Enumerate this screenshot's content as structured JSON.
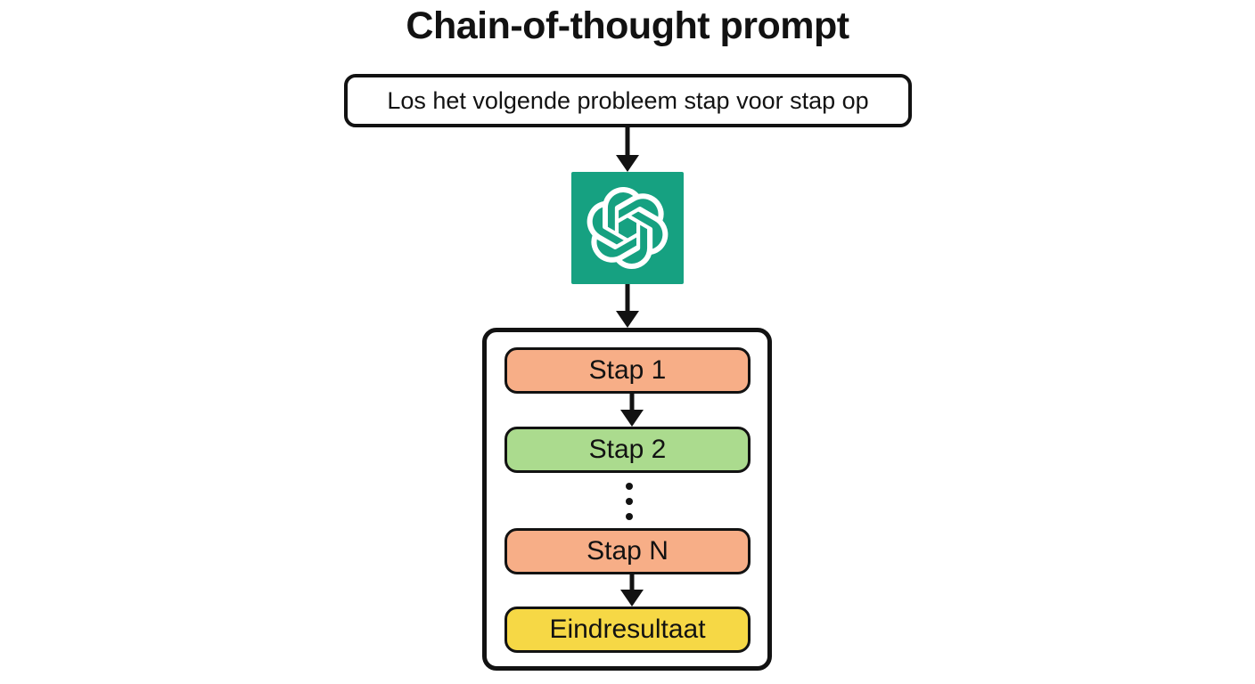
{
  "title": "Chain-of-thought prompt",
  "prompt": {
    "text": "Los het volgende probleem stap voor stap op"
  },
  "model": {
    "icon": "openai-logo",
    "tile_color": "#16A181",
    "logo_color": "#FFFFFF"
  },
  "panel": {
    "steps": [
      {
        "label": "Stap 1",
        "fill": "#F7AE87"
      },
      {
        "label": "Stap 2",
        "fill": "#ABDB8E"
      },
      {
        "label": "Stap N",
        "fill": "#F7AE87"
      },
      {
        "label": "Eindresultaat",
        "fill": "#F6D845"
      }
    ],
    "ellipsis": "⋮"
  },
  "colors": {
    "background": "#FFFFFF",
    "outline": "#121212",
    "arrow": "#121212",
    "text": "#121212"
  }
}
